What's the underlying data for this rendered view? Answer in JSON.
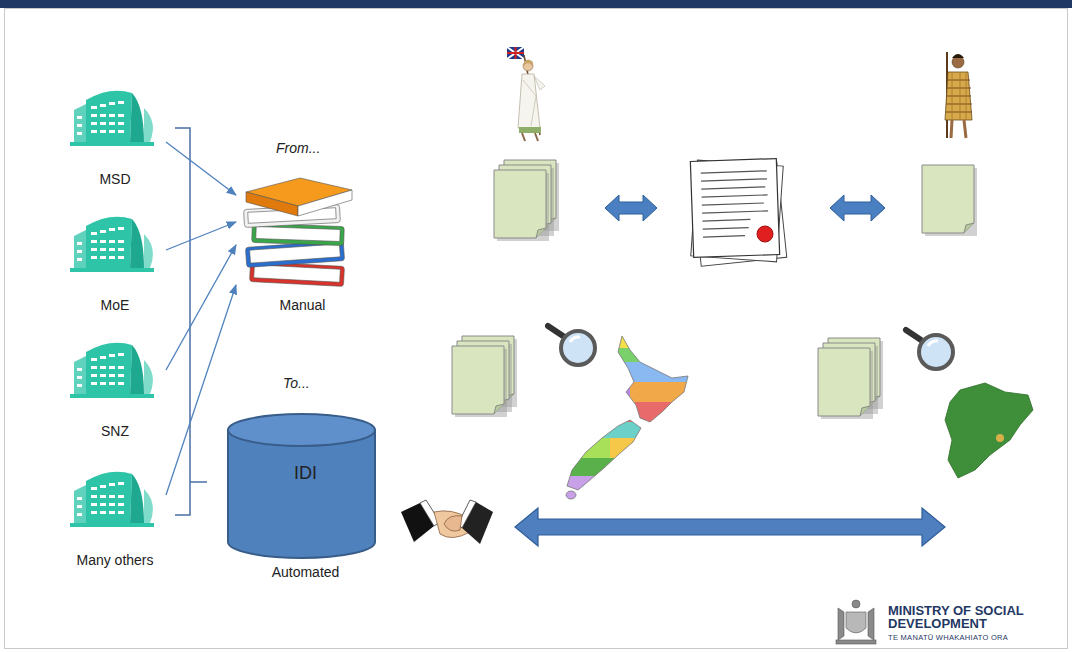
{
  "diagram": {
    "nodes": [
      {
        "text": [
          "MSD"
        ]
      },
      {
        "text": [
          "MoE"
        ]
      },
      {
        "text": [
          "SNZ"
        ]
      },
      {
        "text": [
          "Many others"
        ]
      },
      {
        "text": [
          "Manual"
        ]
      },
      {
        "text": [
          "IDI",
          "Automated"
        ]
      }
    ],
    "edges": [
      {
        "from": 0,
        "to": 4,
        "arrow": "to"
      },
      {
        "from": 1,
        "to": 4,
        "arrow": "to"
      },
      {
        "from": 2,
        "to": 4,
        "arrow": "to"
      },
      {
        "from": 3,
        "to": 4,
        "arrow": "to"
      }
    ],
    "labels": [
      "From...",
      "To...",
      "MINISTRY OF SOCIAL DEVELOPMENT",
      "TE MANATŪ WHAKAHIATO ORA"
    ]
  }
}
